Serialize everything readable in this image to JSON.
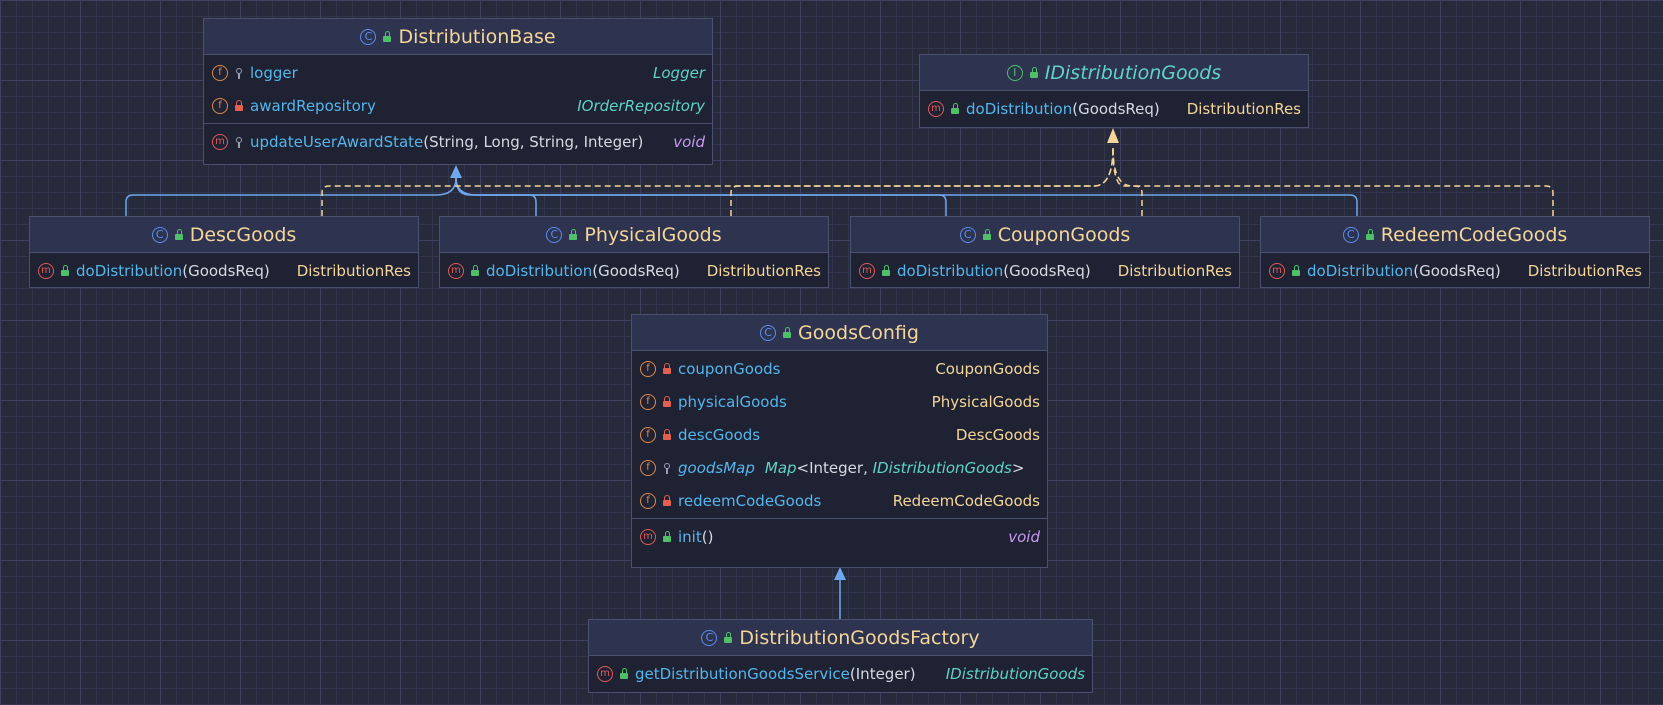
{
  "nodes": {
    "distribution_base": {
      "title": "DistributionBase",
      "kind": "C",
      "fields": [
        {
          "name": "logger",
          "type": "Logger"
        },
        {
          "name": "awardRepository",
          "type": "IOrderRepository"
        }
      ],
      "methods": [
        {
          "name": "updateUserAwardState",
          "params": "(String, Long, String, Integer)",
          "type": "void"
        }
      ]
    },
    "idistribution_goods": {
      "title": "IDistributionGoods",
      "kind": "I",
      "methods": [
        {
          "name": "doDistribution",
          "params": "(GoodsReq)",
          "type": "DistributionRes"
        }
      ]
    },
    "desc_goods": {
      "title": "DescGoods",
      "kind": "C",
      "methods": [
        {
          "name": "doDistribution",
          "params": "(GoodsReq)",
          "type": "DistributionRes"
        }
      ]
    },
    "physical_goods": {
      "title": "PhysicalGoods",
      "kind": "C",
      "methods": [
        {
          "name": "doDistribution",
          "params": "(GoodsReq)",
          "type": "DistributionRes"
        }
      ]
    },
    "coupon_goods": {
      "title": "CouponGoods",
      "kind": "C",
      "methods": [
        {
          "name": "doDistribution",
          "params": "(GoodsReq)",
          "type": "DistributionRes"
        }
      ]
    },
    "redeem_code_goods": {
      "title": "RedeemCodeGoods",
      "kind": "C",
      "methods": [
        {
          "name": "doDistribution",
          "params": "(GoodsReq)",
          "type": "DistributionRes"
        }
      ]
    },
    "goods_config": {
      "title": "GoodsConfig",
      "kind": "C",
      "fields": [
        {
          "name": "couponGoods",
          "type": "CouponGoods"
        },
        {
          "name": "physicalGoods",
          "type": "PhysicalGoods"
        },
        {
          "name": "descGoods",
          "type": "DescGoods"
        },
        {
          "name": "goodsMap",
          "type_map": "Map",
          "type_lt": "<",
          "type_key": "Integer",
          "type_comma": ", ",
          "type_val": "IDistributionGoods",
          "type_gt": ">"
        },
        {
          "name": "redeemCodeGoods",
          "type": "RedeemCodeGoods"
        }
      ],
      "methods": [
        {
          "name": "init",
          "params": "()",
          "type": "void"
        }
      ]
    },
    "distribution_goods_factory": {
      "title": "DistributionGoodsFactory",
      "kind": "C",
      "methods": [
        {
          "name": "getDistributionGoodsService",
          "params": "(Integer)",
          "type": "IDistributionGoods"
        }
      ]
    }
  },
  "colors": {
    "extends_edge": "#6fa8ee",
    "implements_edge": "#f4d59a",
    "background": "#262a3b"
  },
  "icons": {
    "class_kind": "class-icon",
    "interface_kind": "interface-icon",
    "method_kind": "method-icon",
    "field_kind": "field-icon",
    "public_visibility": "public-lock-icon",
    "private_visibility": "private-lock-icon",
    "package_visibility": "package-key-icon"
  }
}
